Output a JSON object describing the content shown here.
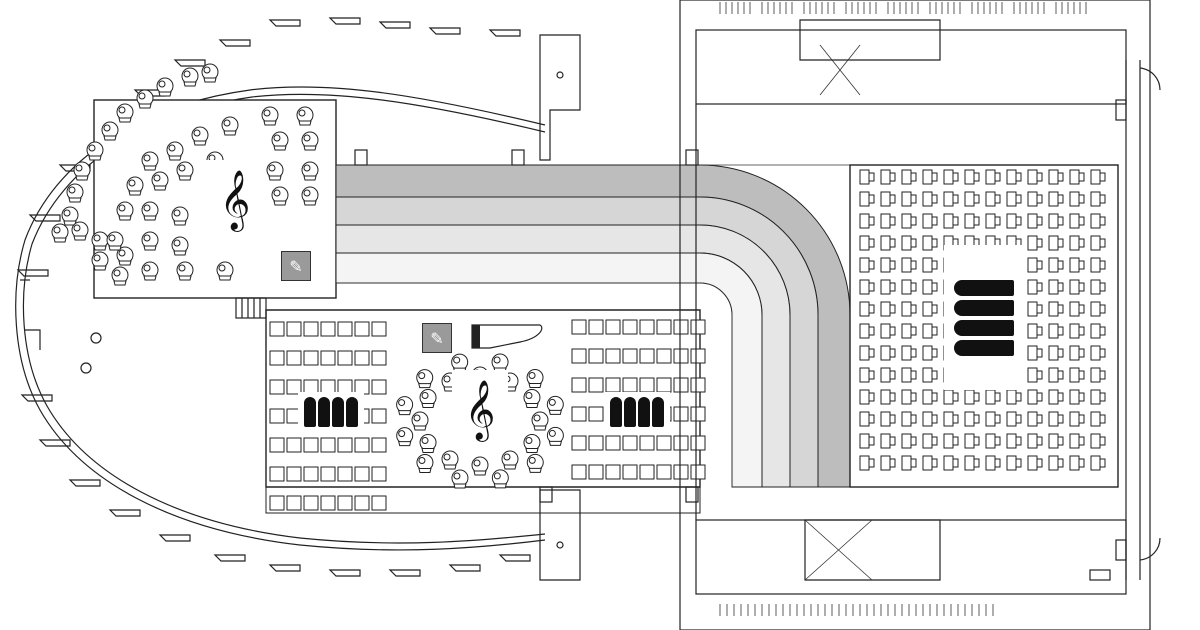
{
  "diagram": {
    "type": "concert hall seating floor plan",
    "colors": {
      "line": "#222222",
      "background": "#ffffff",
      "band_dark": "#bdbdbd",
      "band_mid": "#d6d6d6",
      "band_light": "#ececec",
      "badge": "#9a9a9a"
    },
    "icons": {
      "choir_zone": "treble-clef-icon",
      "ensemble_zone": "treble-clef-icon",
      "audience_left": "people-group-icon",
      "audience_right": "people-group-icon",
      "main_hall": "people-group-icon",
      "piano": "grand-piano-icon",
      "conductor": "conductor-icon"
    },
    "glyphs": {
      "clef": "𝄞",
      "group": "👥",
      "conductor": "✎"
    },
    "zones": {
      "choir_seats": 32,
      "ensemble_seats": 24,
      "left_block_rows": 7,
      "left_block_cols": 7,
      "right_block_rows": 6,
      "right_block_cols": 8,
      "main_hall_rows": 14,
      "main_hall_cols": 12
    }
  }
}
